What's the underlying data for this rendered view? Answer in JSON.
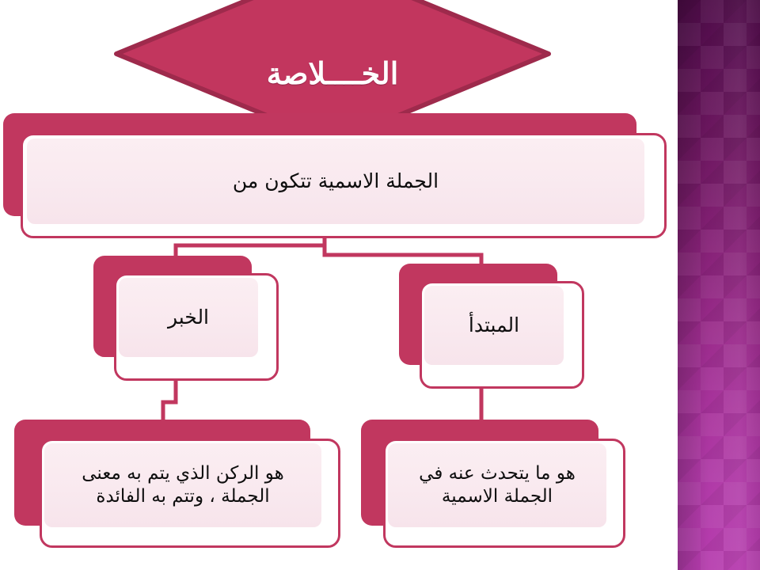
{
  "slide": {
    "background_color": "#ffffff",
    "accent_pink": "#c1375f",
    "accent_pink_dark": "#9e2a4c",
    "panel_light_pink": "#f9e9ef",
    "side_panel": {
      "gradient_top_color": "#4e0c48",
      "gradient_bottom_color": "#b63cae",
      "pattern": "diamond-argyle-texture"
    }
  },
  "title": {
    "text": "الخــــلاصة",
    "shape": "diamond",
    "text_color": "#ffffff",
    "fill_color": "#c2365e",
    "border_color": "#9e2a4c"
  },
  "diagram": {
    "root": {
      "text": "الجملة الاسمية تتكون من"
    },
    "branches": [
      {
        "title": "الخبر",
        "definition": "هو الركن الذي يتم به معنى الجملة ، وتتم به الفائدة"
      },
      {
        "title": "المبتدأ",
        "definition": "هو ما يتحدث عنه في الجملة الاسمية"
      }
    ]
  }
}
